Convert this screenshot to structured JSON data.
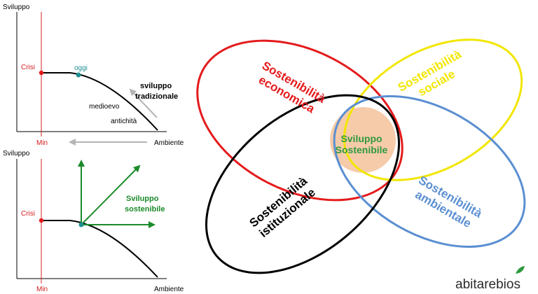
{
  "top_chart": {
    "y_axis_label": "Sviluppo",
    "x_axis_label": "Ambiente",
    "min_label": "Min",
    "crisis_label": "Crisi",
    "today_label": "oggi",
    "medieval_label": "medioevo",
    "antiquity_label": "antichità",
    "arrow_label_line1": "sviluppo",
    "arrow_label_line2": "tradizionale"
  },
  "bottom_chart": {
    "y_axis_label": "Sviluppo",
    "x_axis_label": "Ambiente",
    "min_label": "Min",
    "crisis_label": "Crisi",
    "arrow_label_line1": "Sviluppo",
    "arrow_label_line2": "sostenibile"
  },
  "venn": {
    "economic": {
      "line1": "Sostenibilità",
      "line2": "economica",
      "color": "#e41a1c"
    },
    "social": {
      "line1": "Sostenibilità",
      "line2": "sociale",
      "color": "#f2e600"
    },
    "environmental": {
      "line1": "Sostenibilità",
      "line2": "ambientale",
      "color": "#5b8fd1"
    },
    "institutional": {
      "line1": "Sostenibilità",
      "line2": "istituzionale",
      "color": "#000000"
    },
    "center": {
      "line1": "Sviluppo",
      "line2": "Sostenibile",
      "text_color": "#2e9a3e",
      "fill_color": "#f6cba9"
    }
  },
  "colors": {
    "axis_line": "#000000",
    "min_line": "#d42020",
    "crisis_dot": "#e21b1b",
    "today_dot": "#1f8f8f",
    "grey_arrow": "#b5b5b5",
    "green_arrow": "#1b8a2a"
  },
  "brand": {
    "name_part1": "abitare",
    "name_part2": "bios",
    "name_color": "#2a2a2a",
    "accent_color": "#2e9a3e"
  }
}
